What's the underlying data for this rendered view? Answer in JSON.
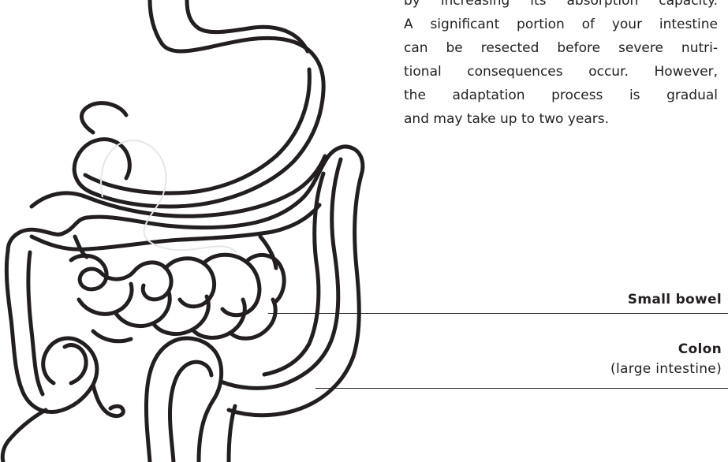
{
  "paragraph": {
    "lines": [
      "by increasing its absorption capacity.",
      "A significant portion of your intestine",
      "can be resected before severe nutri-",
      "tional consequences occur. However,",
      "the adaptation process is gradual",
      "and may take up to two years."
    ]
  },
  "labels": {
    "small_bowel": "Small bowel",
    "colon": "Colon",
    "colon_sub": "(large intestine)"
  },
  "icons": {
    "illustration": "digestive-tract-line-art"
  },
  "colors": {
    "ink": "#231f20",
    "watermark": "#e6e6e6",
    "background": "#ffffff"
  }
}
